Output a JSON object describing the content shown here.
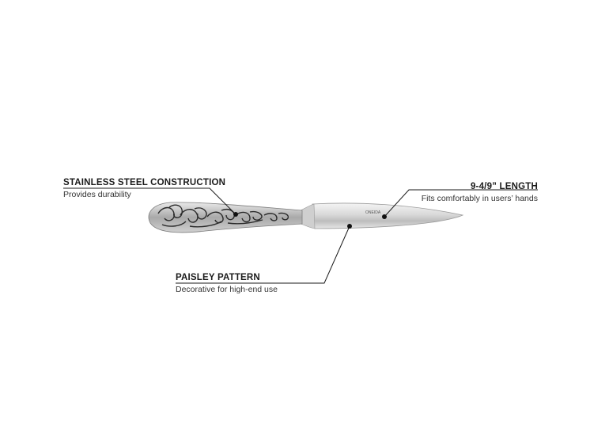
{
  "callouts": {
    "steel": {
      "title": "STAINLESS STEEL CONSTRUCTION",
      "desc": "Provides durability"
    },
    "length": {
      "title": "9-4/9” LENGTH",
      "desc": "Fits comfortably in users’ hands"
    },
    "paisley": {
      "title": "PAISLEY PATTERN",
      "desc": "Decorative for high-end use"
    }
  },
  "knife": {
    "blade_mark": "ONEIDA"
  },
  "colors": {
    "line": "#1a1a1a",
    "steel_light": "#e8e8e8",
    "steel_dark": "#8a8a8a"
  },
  "icons": {
    "product": "knife-illustration"
  }
}
